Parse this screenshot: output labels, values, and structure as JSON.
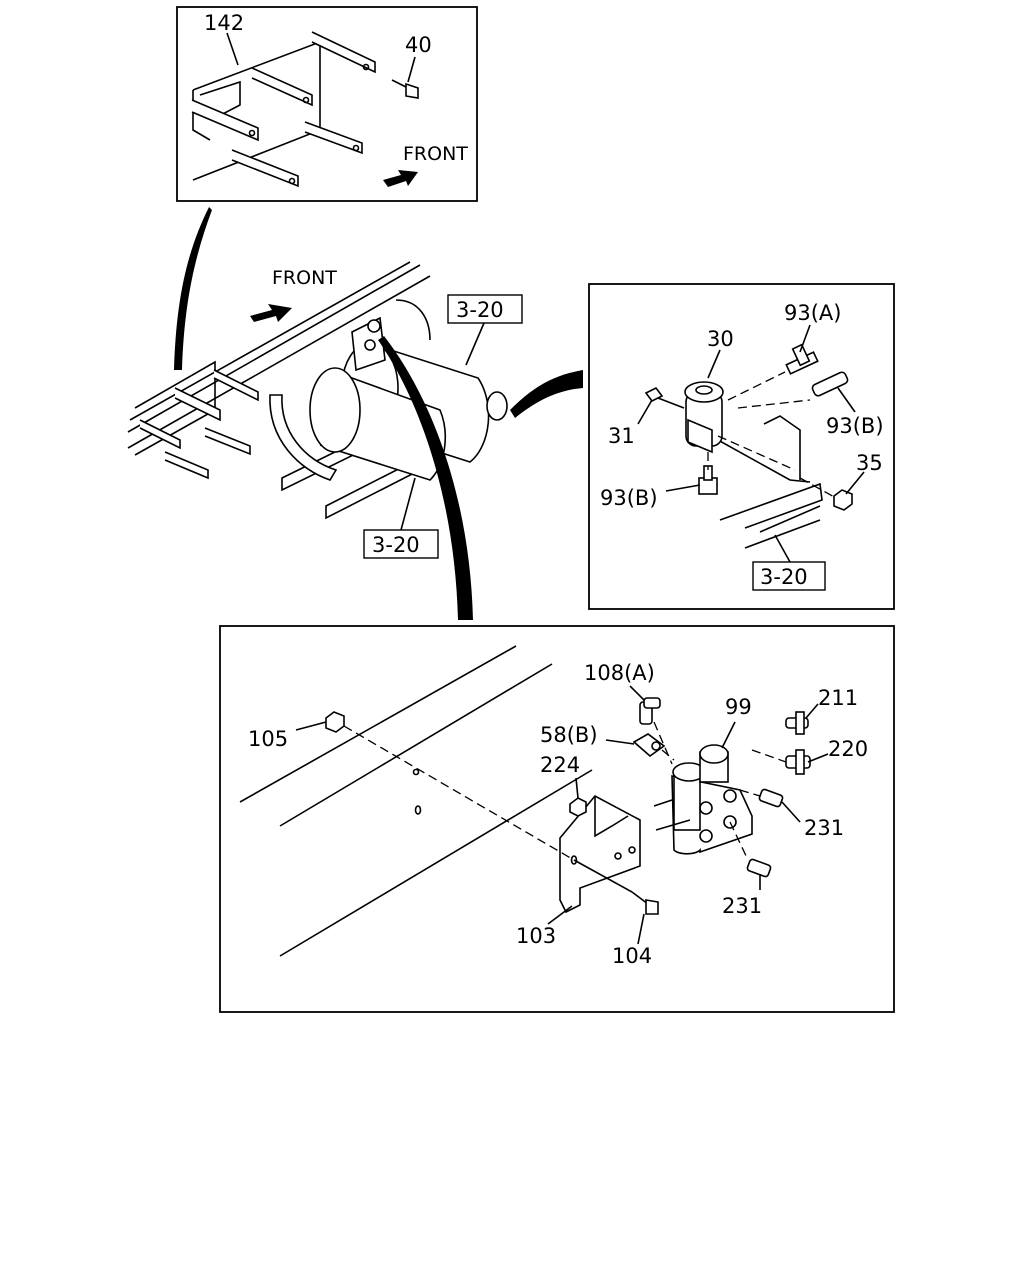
{
  "diagram": {
    "detail_top": {
      "labels": {
        "bracket": "142",
        "bolt": "40",
        "front": "FRONT"
      }
    },
    "main_view": {
      "labels": {
        "front": "FRONT",
        "ref_upper": "3-20",
        "ref_lower": "3-20"
      }
    },
    "detail_right": {
      "labels": {
        "valve": "30",
        "bolt": "31",
        "fitting_a": "93(A)",
        "fitting_b_upper": "93(B)",
        "fitting_b_lower": "93(B)",
        "nut": "35",
        "ref": "3-20"
      }
    },
    "detail_bottom": {
      "labels": {
        "nut_105": "105",
        "elbow_108a": "108(A)",
        "connector_58b": "58(B)",
        "nut_224": "224",
        "valve_99": "99",
        "fitting_211": "211",
        "fitting_220": "220",
        "fitting_231_upper": "231",
        "fitting_231_lower": "231",
        "bracket_103": "103",
        "bolt_104": "104"
      }
    }
  }
}
